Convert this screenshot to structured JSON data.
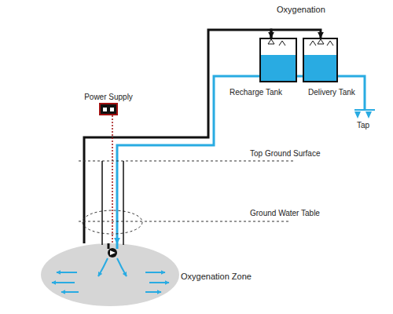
{
  "diagram": {
    "nodes": [
      {
        "text": [
          "Recharge Tank"
        ]
      },
      {
        "text": [
          "Delivery Tank"
        ]
      },
      {
        "text": [
          "Power Supply"
        ]
      },
      {
        "text": [
          "Oxygenation Zone"
        ]
      }
    ],
    "edges": [
      {
        "from": 3,
        "to": 0,
        "arrow": "to"
      },
      {
        "from": 0,
        "to": 1,
        "arrow": "to"
      },
      {
        "from": 0,
        "to": 1,
        "arrow": "none"
      },
      {
        "from": 0,
        "to": 3,
        "arrow": "to"
      },
      {
        "from": 2,
        "to": 3,
        "arrow": "none"
      }
    ],
    "labels": [
      "Oxygenation",
      "Top Ground Surface",
      "Ground Water Table",
      "Tap"
    ]
  }
}
